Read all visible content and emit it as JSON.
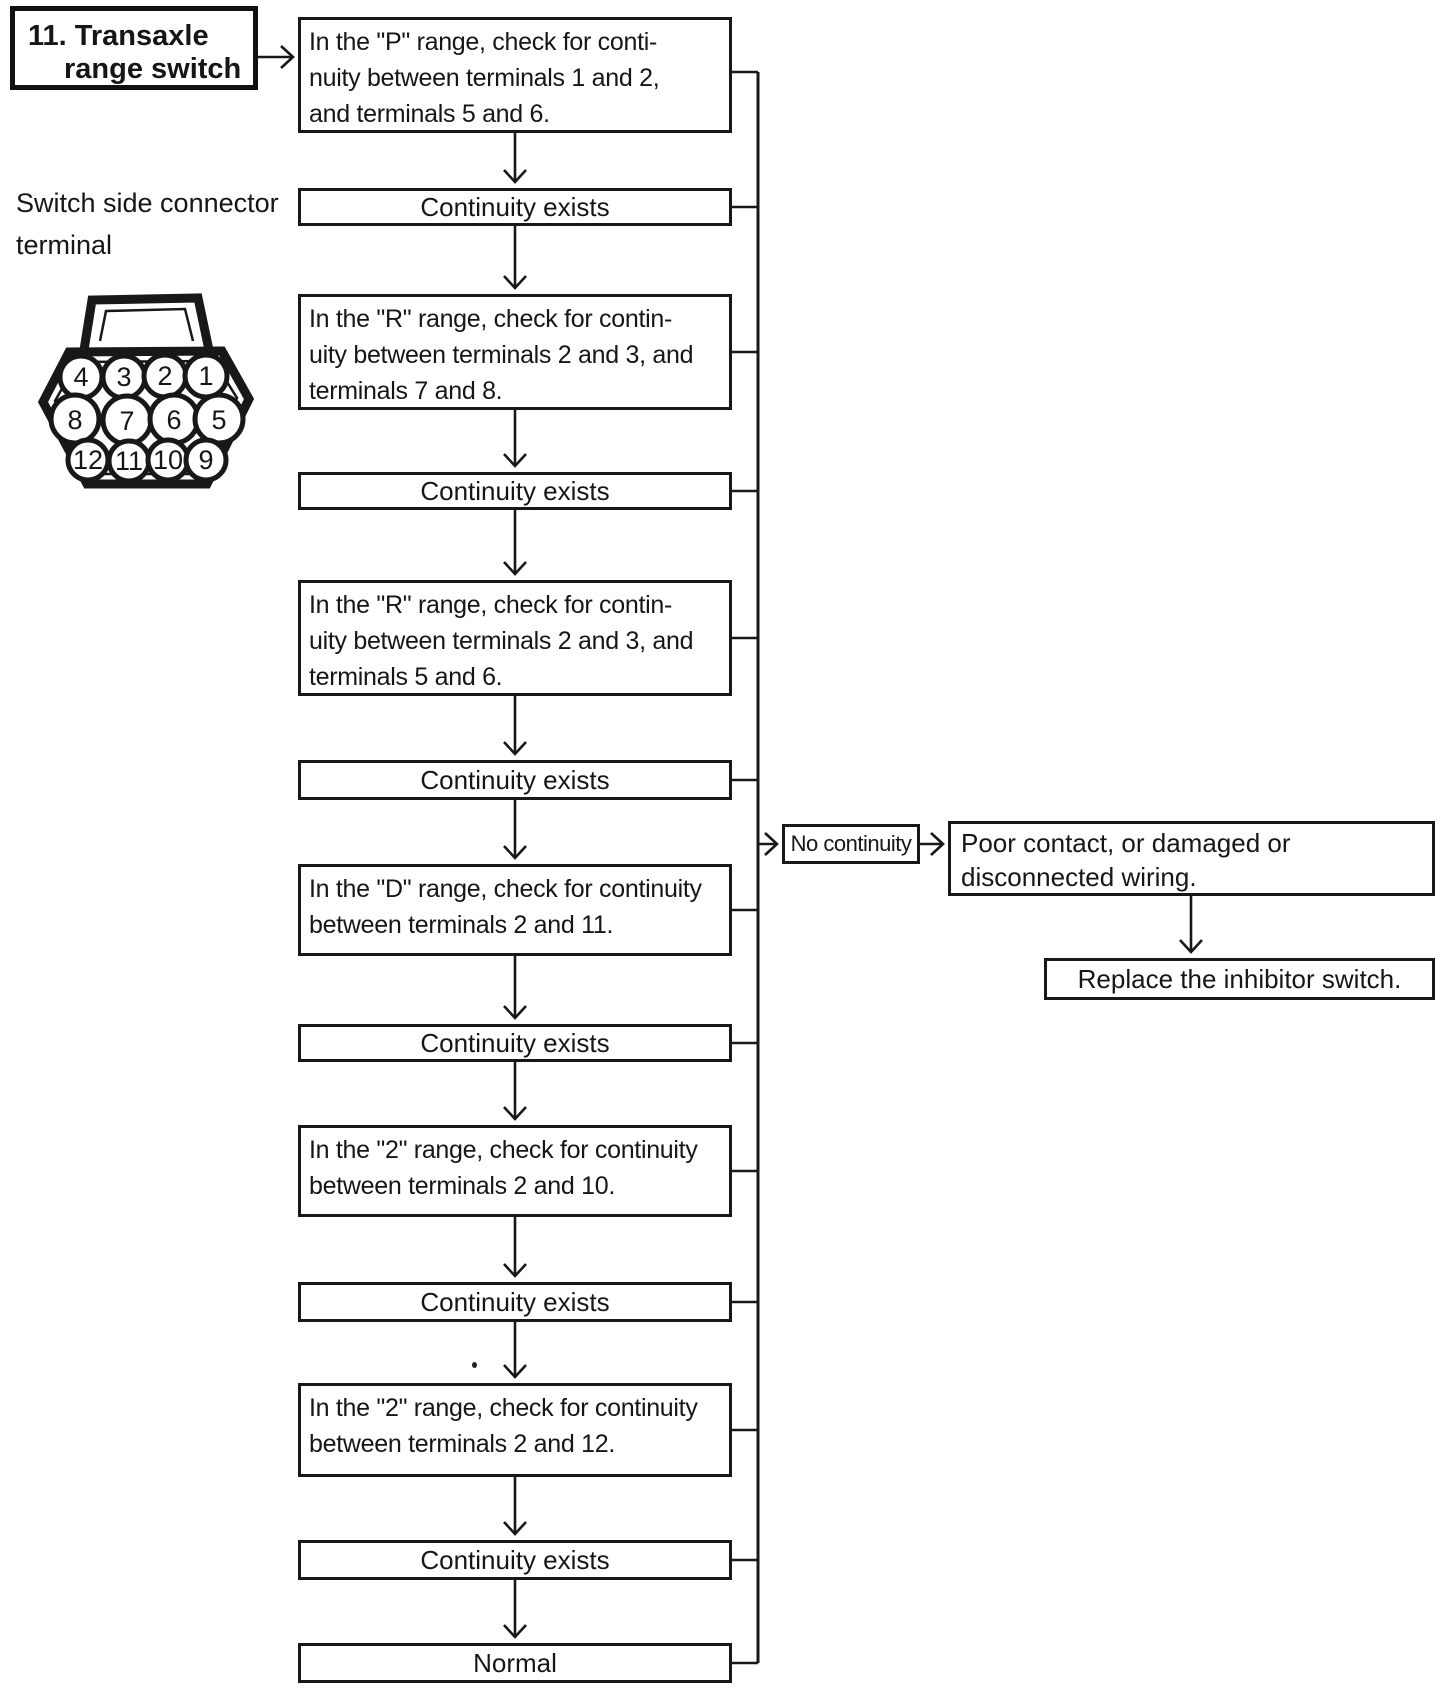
{
  "header": {
    "title_line1": "11. Transaxle",
    "title_line2": "range switch"
  },
  "connector_label": "Switch side connector\nterminal",
  "connector": {
    "pins": [
      "4",
      "3",
      "2",
      "1",
      "8",
      "7",
      "6",
      "5",
      "12",
      "11",
      "10",
      "9"
    ]
  },
  "flow": {
    "chain": [
      {
        "text": "In the \"P\" range, check for conti-\nnuity between terminals 1 and 2,\nand terminals 5 and 6."
      },
      {
        "text": "Continuity exists"
      },
      {
        "text": "In the \"R\" range, check for contin-\nuity between terminals 2 and 3, and\nterminals 7 and 8."
      },
      {
        "text": "Continuity exists"
      },
      {
        "text": "In the \"R\" range, check for contin-\nuity between terminals 2 and 3, and\nterminals 5 and 6."
      },
      {
        "text": "Continuity exists"
      },
      {
        "text": "In the \"D\" range, check for continuity\nbetween terminals 2 and 11."
      },
      {
        "text": "Continuity exists"
      },
      {
        "text": "In the \"2\" range, check for continuity\nbetween terminals 2 and 10."
      },
      {
        "text": "Continuity exists"
      },
      {
        "text": "In the \"2\" range, check for continuity\nbetween terminals 2 and 12."
      },
      {
        "text": "Continuity exists"
      },
      {
        "text": "Normal"
      }
    ],
    "branch": {
      "no_continuity": "No continuity",
      "poor_contact": "Poor contact, or damaged or\ndisconnected wiring.",
      "replace": "Replace the inhibitor switch."
    }
  },
  "colors": {
    "ink": "#181818",
    "paper": "#ffffff"
  }
}
